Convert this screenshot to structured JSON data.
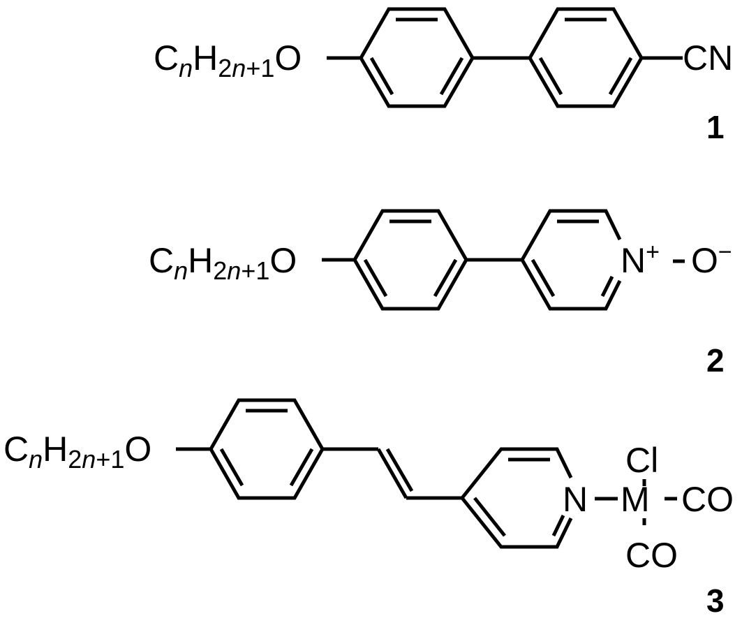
{
  "structures": [
    {
      "number": "1",
      "chain": {
        "c": "C",
        "n1": "n",
        "h": "H",
        "two": "2",
        "n2": "n",
        "plus_one": "+1",
        "o": "O"
      },
      "terminal": "CN"
    },
    {
      "number": "2",
      "chain": {
        "c": "C",
        "n1": "n",
        "h": "H",
        "two": "2",
        "n2": "n",
        "plus_one": "+1",
        "o": "O"
      },
      "ring_n": "N",
      "n_charge": "+",
      "oxide": "O",
      "o_charge": "−"
    },
    {
      "number": "3",
      "chain": {
        "c": "C",
        "n1": "n",
        "h": "H",
        "two": "2",
        "n2": "n",
        "plus_one": "+1",
        "o": "O"
      },
      "ring_n": "N",
      "metal": "M",
      "ligand_top": "Cl",
      "ligand_right": "CO",
      "ligand_bottom": "CO"
    }
  ]
}
